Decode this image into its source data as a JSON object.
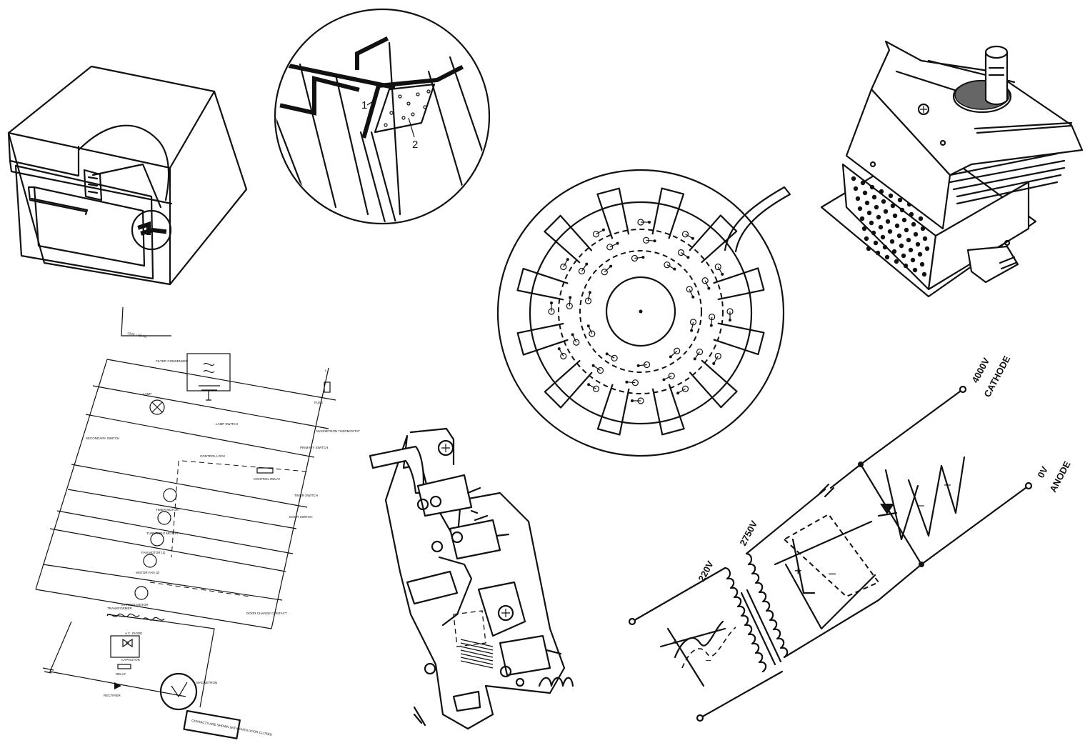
{
  "panels": {
    "oven": {},
    "door_seal_detail": {
      "callouts": [
        "1",
        "2"
      ]
    },
    "magnetron_cross_section": {},
    "magnetron_unit": {},
    "wiring_diagram": {
      "supply": "220V ~ 50 Hz",
      "labels": {
        "filter": "FILTER CONDENSER",
        "live": "L",
        "fuse": "FUSE",
        "lamp": "LAMP",
        "lamp_switch": "LAMP SWITCH",
        "magnetron_thermal": "MAGNETRON THERMOSTAT",
        "secondary_switch": "SECONDARY SWITCH",
        "control_lock": "CONTROL LOCK",
        "control_relay": "CONTROL RELAY",
        "primary_switch": "PRIMARY SWITCH",
        "timer_switch": "TIMER SWITCH",
        "timer_motor": "TIMER MOTOR",
        "door_switch": "DOOR SWITCH",
        "turntable_motor": "TURNTABLE MOTOR",
        "fan_motor_1": "FAN MOTOR (1)",
        "fan_motor_2": "MOTOR FAN (2)",
        "stirrer_motor": "STIRRER MOTOR",
        "door_contact": "DOOR CHANGE CONTACT",
        "transformer": "TRANSFORMER",
        "diode": "A.C. DIODE",
        "capacitor": "CAPACITOR",
        "relay": "RELAY",
        "rectifier": "RECTIFIER",
        "magnetron": "MAGNETRON",
        "note": "CONTACTS ARE SHOWN WITH OVEN DOOR CLOSED"
      }
    },
    "interlock_assembly": {},
    "voltage_doubler": {
      "cathode_voltage": "4000V",
      "cathode_label": "CATHODE",
      "anode_voltage": "0V",
      "anode_label": "ANODE",
      "primary_voltage": "220V",
      "secondary_voltage": "2750V",
      "plus": "+",
      "minus": "–"
    }
  }
}
